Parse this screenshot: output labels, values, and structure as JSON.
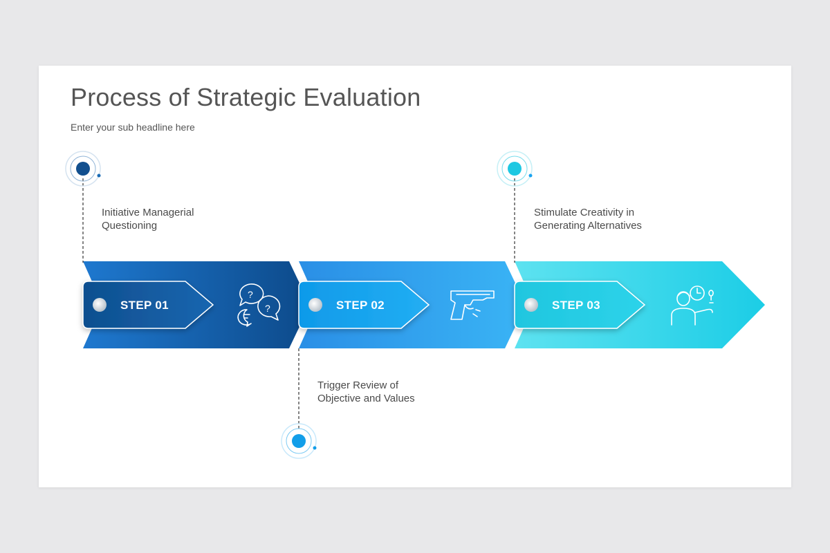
{
  "slide": {
    "title": "Process of Strategic Evaluation",
    "subtitle": "Enter your sub headline here"
  },
  "steps": [
    {
      "label": "STEP 01",
      "desc_line1": "Initiative Managerial",
      "desc_line2": "Questioning",
      "icon": "chat-question-icon",
      "color": "#15599e",
      "accent": "#0f4f8f"
    },
    {
      "label": "STEP 02",
      "desc_line1": "Trigger Review of",
      "desc_line2": "Objective and Values",
      "icon": "gun-icon",
      "color": "#1aa3f0",
      "accent": "#0e98e8"
    },
    {
      "label": "STEP 03",
      "desc_line1": "Stimulate Creativity in",
      "desc_line2": "Generating Alternatives",
      "icon": "person-idea-icon",
      "color": "#25cde6",
      "accent": "#1fc4df"
    }
  ]
}
